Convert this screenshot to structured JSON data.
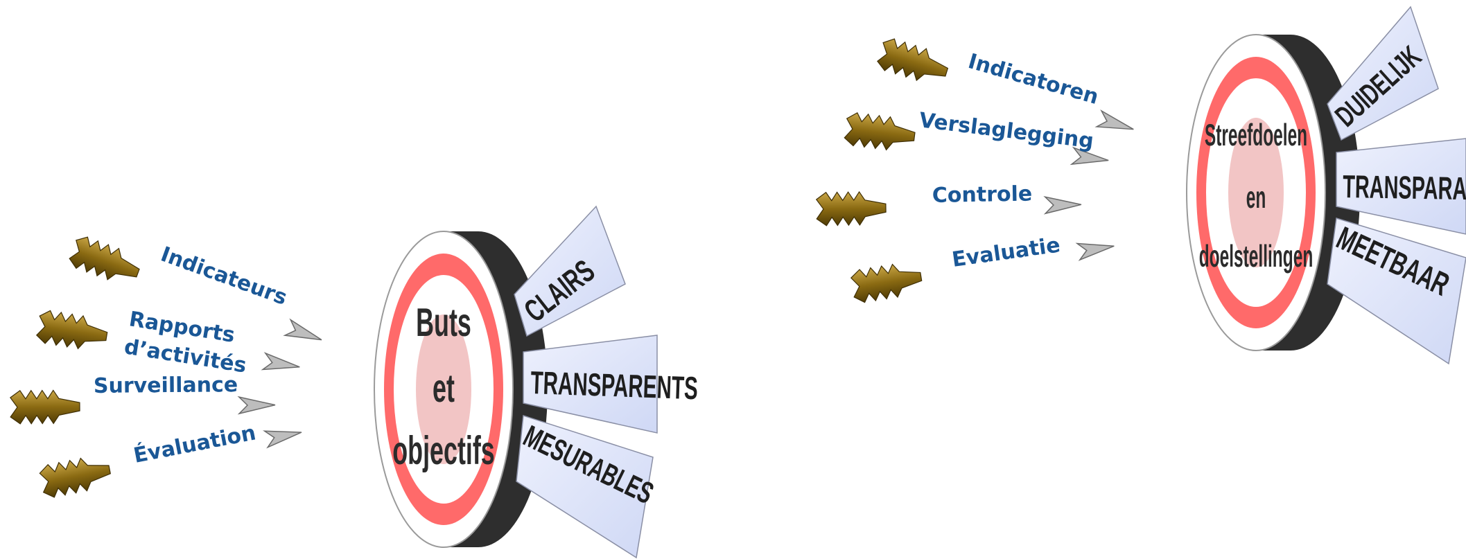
{
  "colors": {
    "label": "#1a5796",
    "target_ring": "#ff6a6a",
    "target_inner": "#f2c5c5",
    "target_edge": "#2e2e2e",
    "flag_fill": "#e0e6fa",
    "fletching": "#8a6a12"
  },
  "french": {
    "arrows": [
      "Indicateurs",
      "Rapports",
      "d’activités",
      "Surveillance",
      "Évaluation"
    ],
    "target": [
      "Buts",
      "et",
      "objectifs"
    ],
    "flags": [
      "CLAIRS",
      "TRANSPARENTS",
      "MESURABLES"
    ]
  },
  "dutch": {
    "arrows": [
      "Indicatoren",
      "Verslaglegging",
      "Controle",
      "Evaluatie"
    ],
    "target": [
      "Streefdoelen",
      "en",
      "doelstellingen"
    ],
    "flags": [
      "DUIDELIJK",
      "TRANSPARANT",
      "MEETBAAR"
    ]
  }
}
